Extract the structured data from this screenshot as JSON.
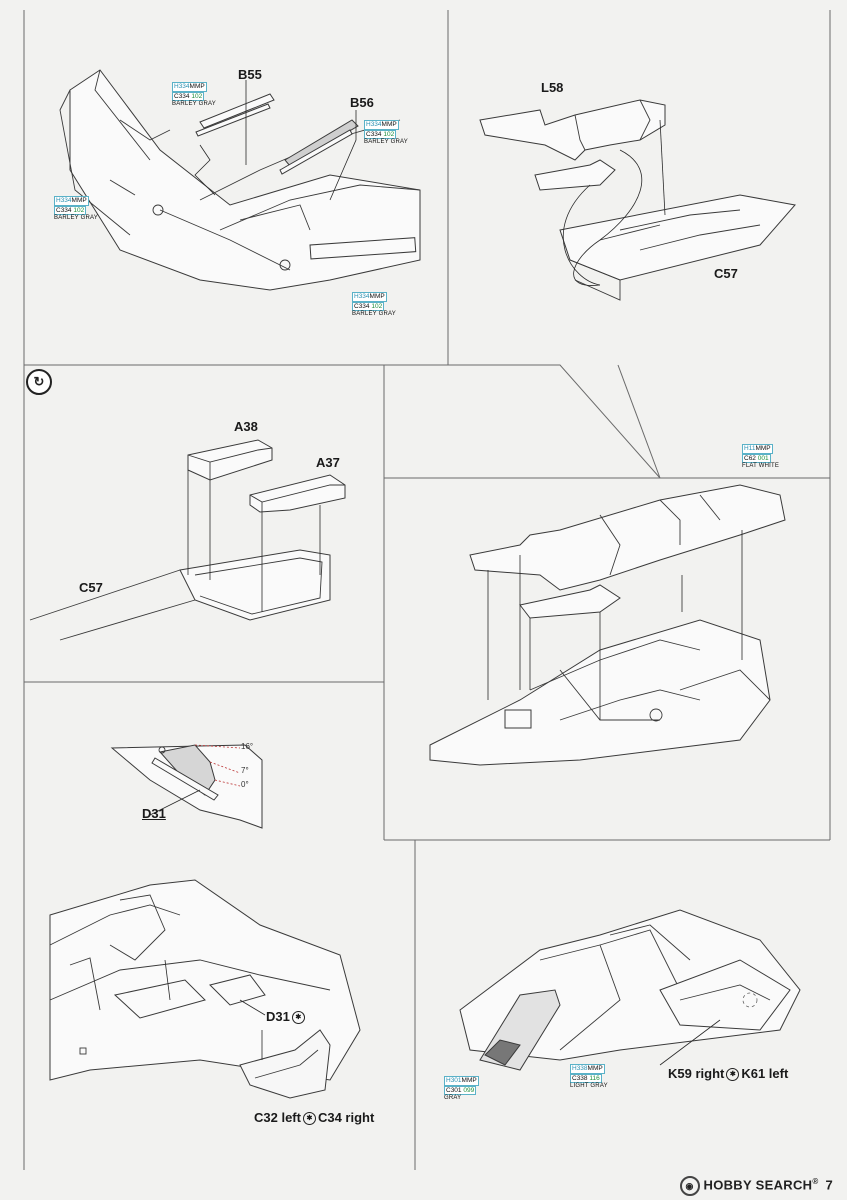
{
  "step": {
    "icon": "rotate-arrows-icon",
    "symbol": "↻"
  },
  "panels": {
    "top_left": {
      "parts": {
        "b55": "B55",
        "b56": "B56"
      },
      "paint_a": {
        "h": "H334",
        "mmp": "MMP",
        "c": "C334",
        "num": "102",
        "name": "BARLEY GRAY"
      },
      "paint_b": {
        "h": "H334",
        "mmp": "MMP",
        "c": "C334",
        "num": "102",
        "name": "BARLEY GRAY"
      },
      "paint_c": {
        "h": "H334",
        "mmp": "MMP",
        "c": "C334",
        "num": "102",
        "name": "BARLEY GRAY"
      },
      "paint_d": {
        "h": "H334",
        "mmp": "MMP",
        "c": "C334",
        "num": "102",
        "name": "BARLEY GRAY"
      }
    },
    "top_right": {
      "parts": {
        "l58": "L58",
        "c57": "C57"
      }
    },
    "middle_left": {
      "parts": {
        "a38": "A38",
        "a37": "A37",
        "c57": "C57"
      }
    },
    "middle_right": {
      "paint": {
        "h": "H11",
        "mmp": "MMP",
        "c": "C62",
        "num": "001",
        "name": "FLAT WHITE"
      }
    },
    "angle_panel": {
      "part": "D31",
      "angles": [
        "16°",
        "7°",
        "0°"
      ]
    },
    "bottom_left": {
      "part_d31": "D31",
      "label_c32": "C32 left",
      "label_c34": "C34 right"
    },
    "bottom_right": {
      "paint_gray": {
        "h": "H301",
        "mmp": "MMP",
        "c": "C301",
        "num": "099",
        "name": "GRAY"
      },
      "paint_light": {
        "h": "H338",
        "mmp": "MMP",
        "c": "C338",
        "num": "116",
        "name": "LIGHT GRAY"
      },
      "label_k59": "K59 right",
      "label_k61": "K61 left"
    }
  },
  "watermark": {
    "brand": "HOBBY SEARCH",
    "reg": "®",
    "page_num": "7"
  }
}
